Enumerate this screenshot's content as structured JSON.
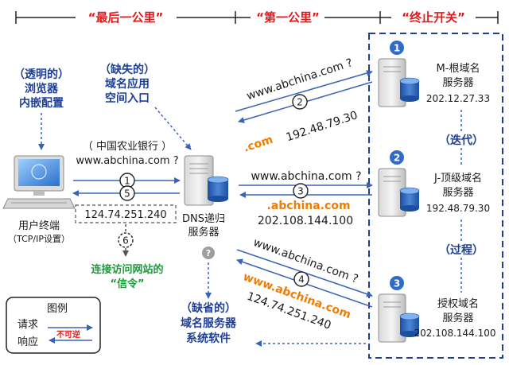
{
  "segments": {
    "last_mile": "“最后一公里”",
    "first_mile": "“第一公里”",
    "kill_switch": "“终止开关”"
  },
  "callouts": {
    "browser": [
      "（透明的）",
      "浏览器",
      "内嵌配置"
    ],
    "missing_entry": [
      "（缺失的）",
      "域名应用",
      "空间入口"
    ],
    "default_dns": [
      "（缺省的）",
      "域名服务器",
      "系统软件"
    ]
  },
  "client": {
    "label": "用户终端",
    "sub": "（TCP/IP设置）"
  },
  "resolver": {
    "label_1": "DNS递归",
    "label_2": "服务器"
  },
  "user_query": {
    "line1": "（ 中国农业银行 ）",
    "line2": "www.abchina.com ?",
    "step_request": "1",
    "step_response": "5",
    "answer_ip": "124.74.251.240",
    "step_signal": "6",
    "signal_label_1": "连接访问网站的",
    "signal_label_2": "“信令”"
  },
  "servers": [
    {
      "badge": "1",
      "name_1": "M-根域名",
      "name_2": "服务器",
      "ip": "202.12.27.33"
    },
    {
      "badge": "2",
      "name_1": "J-顶级域名",
      "name_2": "服务器",
      "ip": "192.48.79.30"
    },
    {
      "badge": "3",
      "name_1": "授权域名",
      "name_2": "服务器",
      "ip": "202.108.144.100"
    }
  ],
  "exchanges": [
    {
      "step": "2",
      "query": "www.abchina.com ?",
      "referral": ".com",
      "ip": "192.48.79.30"
    },
    {
      "step": "3",
      "query": "www.abchina.com ?",
      "referral": ".abchina.com",
      "ip": "202.108.144.100"
    },
    {
      "step": "4",
      "query": "www.abchina.com ?",
      "referral": "www.abchina.com",
      "ip": "124.74.251.240"
    }
  ],
  "process": {
    "iterate": "（迭代）",
    "process": "（过程）"
  },
  "legend": {
    "title": "图例",
    "request": "请求",
    "response": "响应",
    "irreversible": "不可逆"
  },
  "colors": {
    "blue": "#3a63b8",
    "navy": "#1f3f93",
    "red": "#e11b1b",
    "orange": "#f07d00",
    "green": "#1c9b3a",
    "badge": "#2f6bc9"
  }
}
